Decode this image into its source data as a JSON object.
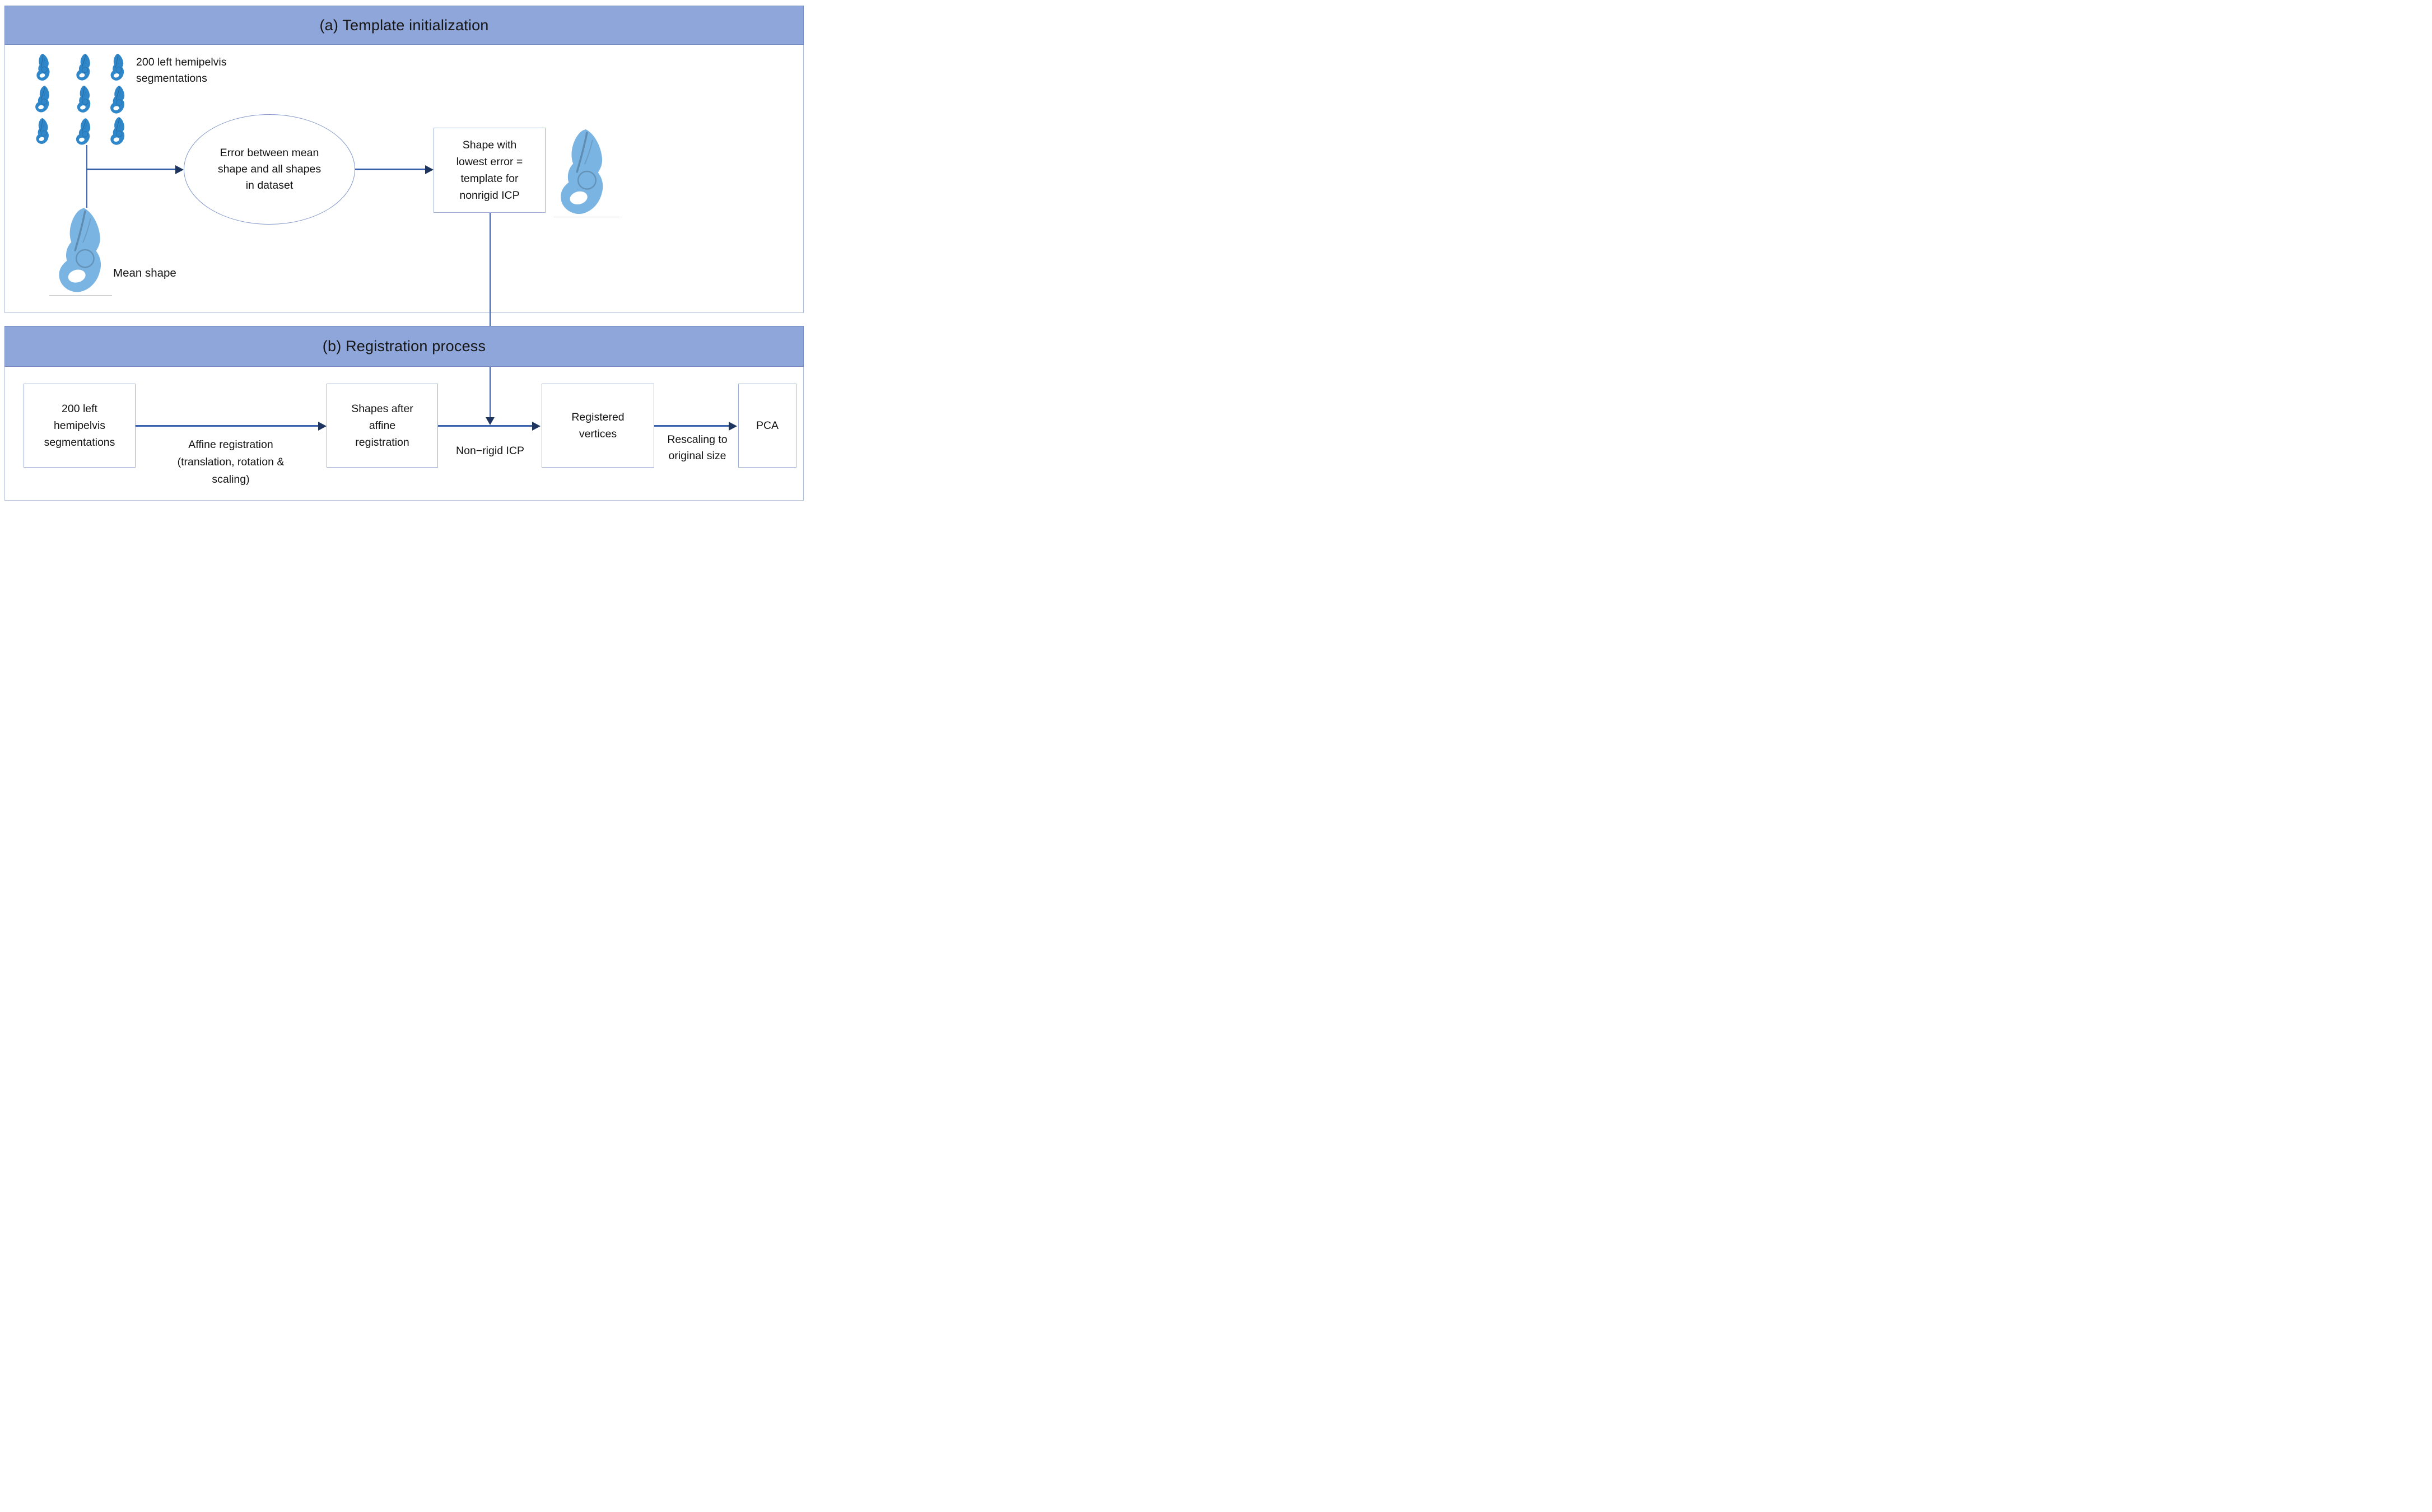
{
  "figure": {
    "panel_a": {
      "title": "(a) Template initialization",
      "dataset_label": [
        "200 left hemipelvis",
        "segmentations"
      ],
      "mean_shape_label": "Mean shape",
      "ellipse_lines": [
        "Error between mean",
        "shape and all shapes",
        "in dataset"
      ],
      "template_box_lines": [
        "Shape with",
        "lowest error =",
        "template for",
        "nonrigid ICP"
      ]
    },
    "panel_b": {
      "title": "(b) Registration process",
      "box_source_lines": [
        "200 left",
        "hemipelvis",
        "segmentations"
      ],
      "affine_label_lines": [
        "Affine registration",
        "(translation, rotation &",
        "scaling)"
      ],
      "box_affine_lines": [
        "Shapes after",
        "affine",
        "registration"
      ],
      "nonrigid_label": "Non−rigid ICP",
      "box_registered_lines": [
        "Registered",
        "vertices"
      ],
      "rescaling_label_lines": [
        "Rescaling to",
        "original size"
      ],
      "box_pca_label": "PCA"
    },
    "colors": {
      "banner_fill": "#8FA6DA",
      "banner_border": "#7589C2",
      "panel_border": "#AFBDDB",
      "box_border": "#9FB0D4",
      "arrow_line": "#3A62AE",
      "arrow_head": "#1E3560",
      "pelvis_small": "#2F87CA",
      "pelvis_large": "#7AB4E2",
      "text": "#141414"
    },
    "icons": {
      "pelvis_small": "hemipelvis-segmentation-icon",
      "pelvis_mean": "mean-shape-mesh-icon",
      "pelvis_template": "template-shape-mesh-icon"
    }
  }
}
